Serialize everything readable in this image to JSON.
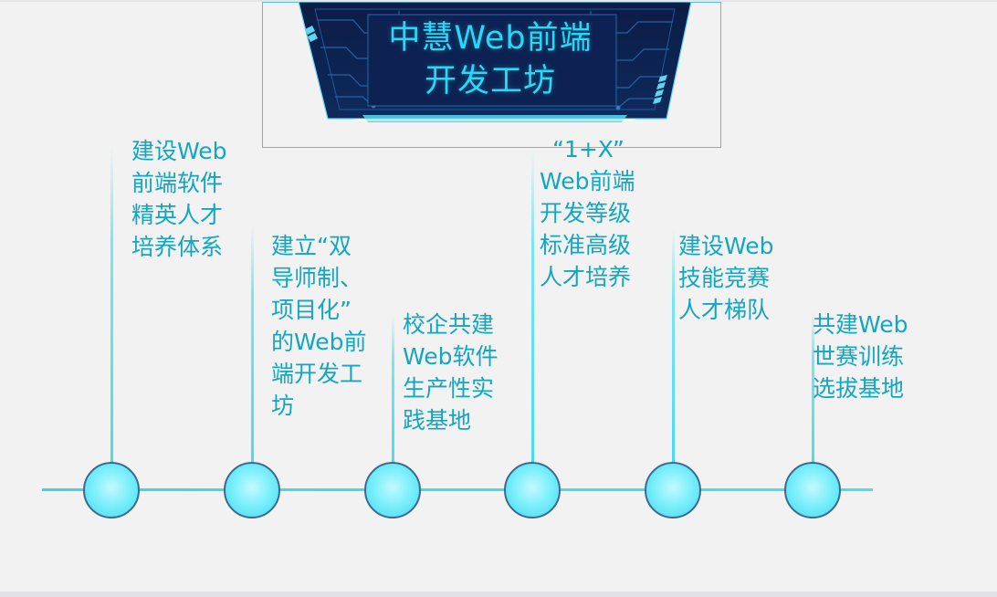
{
  "title": {
    "line1": "中慧Web前端",
    "line2": "开发工坊"
  },
  "colors": {
    "accent": "#28d9f5",
    "label_text": "#12a6c0",
    "banner_dark": "#0d2150",
    "node_fill": "#7ef0fb",
    "node_border": "#3c6a8f",
    "background": "#f3f2f3"
  },
  "milestones": [
    {
      "lines": [
        "建设Web",
        "前端软件",
        "精英人才",
        "培养体系"
      ]
    },
    {
      "lines": [
        "建立“双",
        "导师制、",
        "项目化”",
        "的Web前",
        "端开发工",
        "坊"
      ]
    },
    {
      "lines": [
        "校企共建",
        "Web软件",
        "生产性实",
        "践基地"
      ]
    },
    {
      "lines": [
        "“1+X”",
        "Web前端",
        "开发等级",
        "标准高级",
        "人才培养"
      ]
    },
    {
      "lines": [
        "建设Web",
        "技能竞赛",
        "人才梯队"
      ]
    },
    {
      "lines": [
        "共建Web",
        "世赛训练",
        "选拔基地"
      ]
    }
  ]
}
